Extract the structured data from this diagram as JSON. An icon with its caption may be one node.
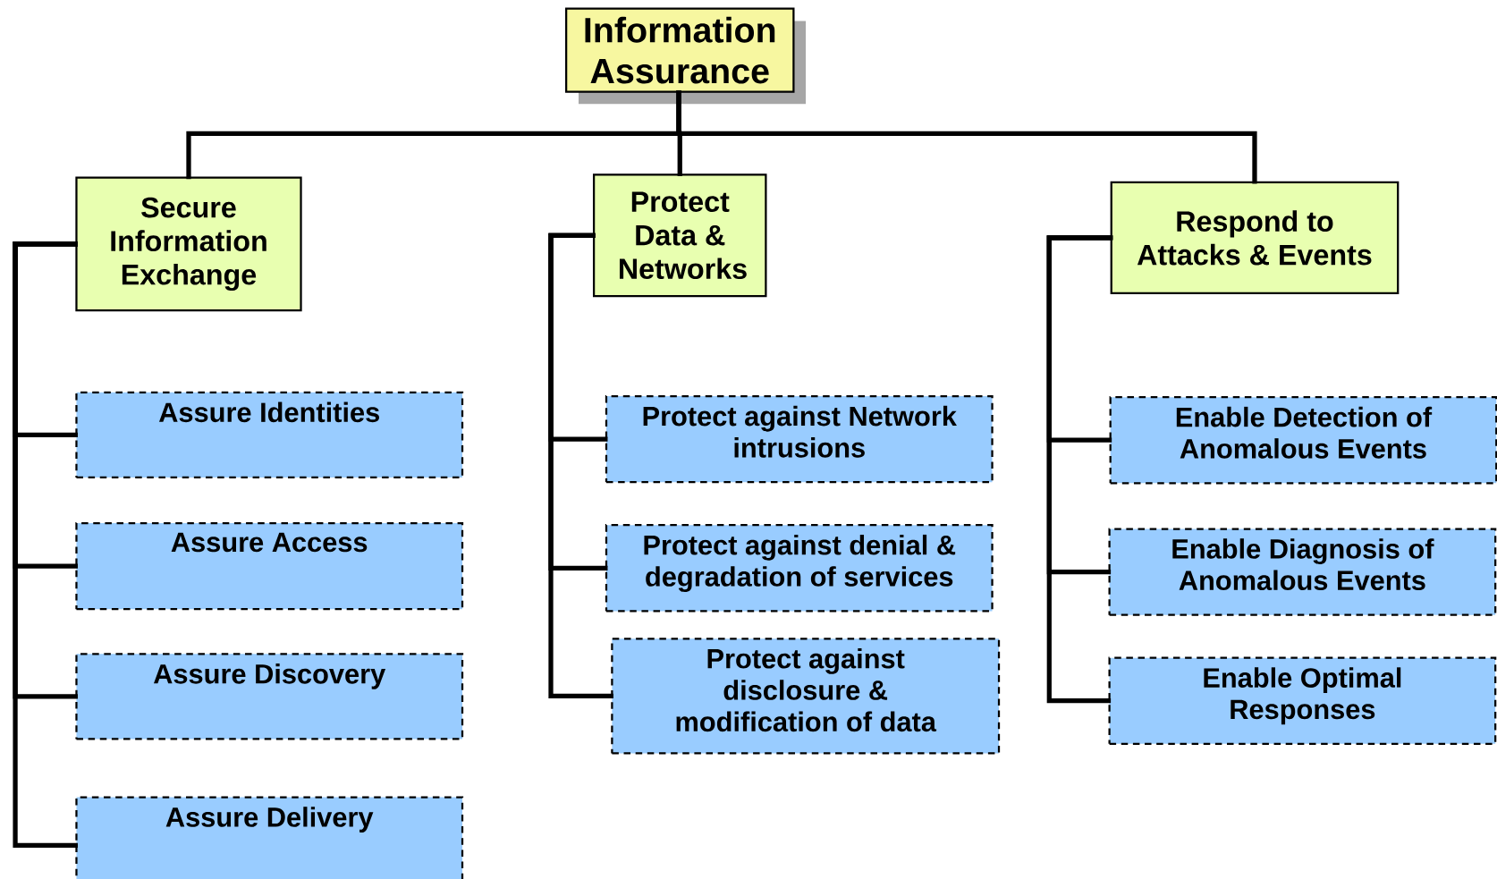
{
  "diagram": {
    "nodes": [
      {
        "text": [
          "Information Assurance"
        ]
      },
      {
        "text": [
          "Secure Information Exchange"
        ]
      },
      {
        "text": [
          "Protect Data & Networks"
        ]
      },
      {
        "text": [
          "Respond to Attacks & Events"
        ]
      },
      {
        "text": [
          "Assure Identities"
        ]
      },
      {
        "text": [
          "Assure Access"
        ]
      },
      {
        "text": [
          "Assure Discovery"
        ]
      },
      {
        "text": [
          "Assure Delivery"
        ]
      },
      {
        "text": [
          "Protect against Network intrusions"
        ]
      },
      {
        "text": [
          "Protect against denial & degradation of services"
        ]
      },
      {
        "text": [
          "Protect against disclosure & modification of data"
        ]
      },
      {
        "text": [
          "Enable Detection of Anomalous Events"
        ]
      },
      {
        "text": [
          "Enable Diagnosis of Anomalous Events"
        ]
      },
      {
        "text": [
          "Enable Optimal Responses"
        ]
      }
    ],
    "edges": [
      {
        "from": 0,
        "to": 1,
        "arrow": "none"
      },
      {
        "from": 0,
        "to": 2,
        "arrow": "none"
      },
      {
        "from": 0,
        "to": 3,
        "arrow": "none"
      },
      {
        "from": 1,
        "to": 4,
        "arrow": "none"
      },
      {
        "from": 1,
        "to": 5,
        "arrow": "none"
      },
      {
        "from": 1,
        "to": 6,
        "arrow": "none"
      },
      {
        "from": 1,
        "to": 7,
        "arrow": "none"
      },
      {
        "from": 2,
        "to": 8,
        "arrow": "none"
      },
      {
        "from": 2,
        "to": 9,
        "arrow": "none"
      },
      {
        "from": 2,
        "to": 10,
        "arrow": "none"
      },
      {
        "from": 3,
        "to": 11,
        "arrow": "none"
      },
      {
        "from": 3,
        "to": 12,
        "arrow": "none"
      },
      {
        "from": 3,
        "to": 13,
        "arrow": "none"
      }
    ]
  }
}
